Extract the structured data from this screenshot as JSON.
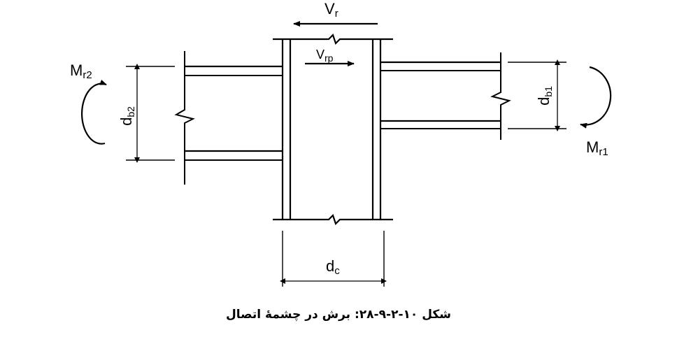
{
  "labels": {
    "v_r": {
      "main": "V",
      "sub": "r"
    },
    "v_rp": {
      "main": "V",
      "sub": "rp"
    },
    "m_r1": {
      "main": "M",
      "sub": "r1"
    },
    "m_r2": {
      "main": "M",
      "sub": "r2"
    },
    "d_b1": {
      "main": "d",
      "sub": "b1"
    },
    "d_b2": {
      "main": "d",
      "sub": "b2"
    },
    "d_c": {
      "main": "d",
      "sub": "c"
    }
  },
  "caption": "شکل ۱۰-۲-۹-۲۸: برش در چشمهٔ اتصال"
}
